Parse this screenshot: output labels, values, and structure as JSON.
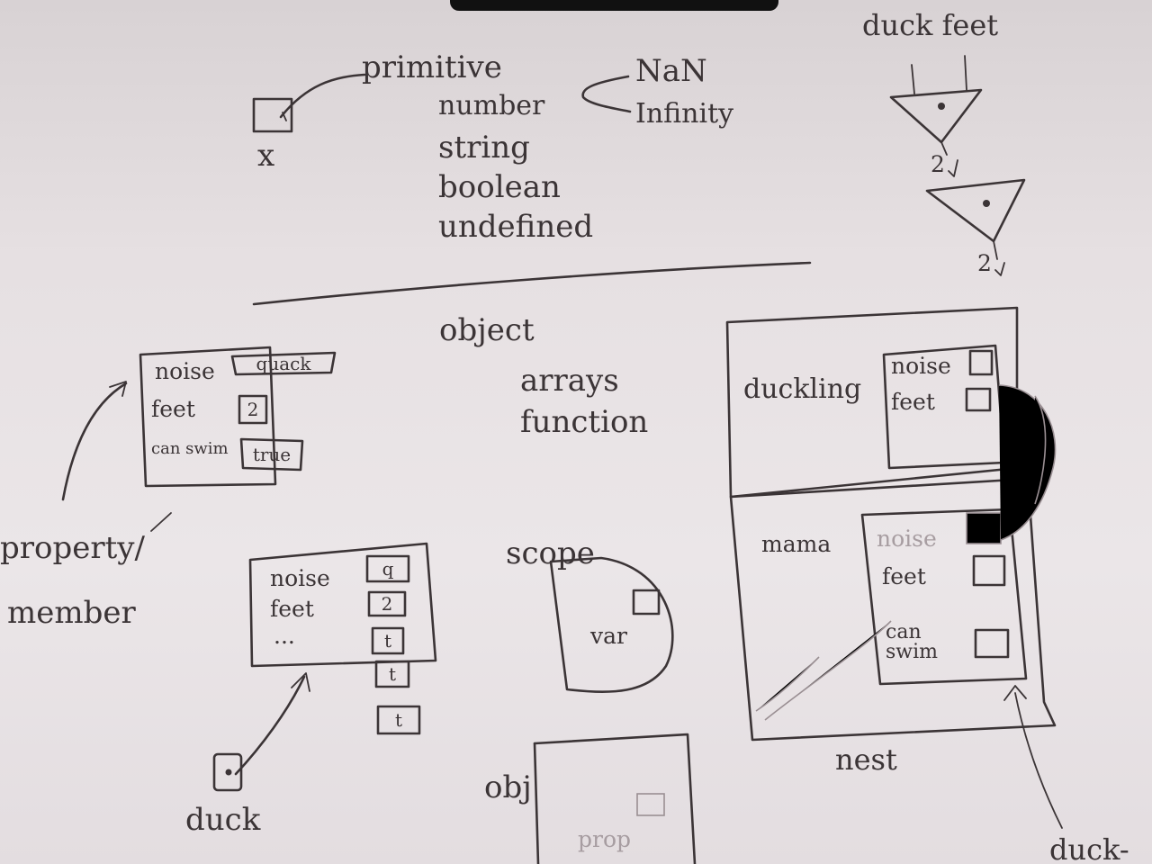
{
  "primitive": {
    "label": "primitive",
    "var_name": "x",
    "types": [
      "number",
      "string",
      "boolean",
      "undefined"
    ],
    "number_specials": [
      "NaN",
      "Infinity"
    ]
  },
  "duck_feet": {
    "label": "duck feet",
    "counts": [
      "2",
      "2"
    ]
  },
  "object": {
    "heading": "object",
    "subtypes": [
      "arrays",
      "function"
    ]
  },
  "object_diagram": {
    "properties": [
      {
        "name": "noise",
        "value": "quack"
      },
      {
        "name": "feet",
        "value": "2"
      },
      {
        "name": "can swim",
        "value": "true"
      }
    ],
    "label_lines": [
      "property/",
      "member"
    ]
  },
  "duck_reference": {
    "properties": [
      "noise",
      "feet",
      "..."
    ],
    "cells": [
      "q",
      "2",
      "t",
      "t",
      "t"
    ],
    "var_name": "duck"
  },
  "scope": {
    "label": "scope",
    "var_label": "var"
  },
  "obj_box": {
    "label": "obj",
    "prop_label": "prop"
  },
  "nest": {
    "label": "nest",
    "duckling": {
      "label": "duckling",
      "properties": [
        "noise",
        "feet"
      ]
    },
    "mama": {
      "label": "mama",
      "properties": [
        "noise",
        "feet",
        "can swim"
      ]
    },
    "pointer_label": "duck-"
  }
}
